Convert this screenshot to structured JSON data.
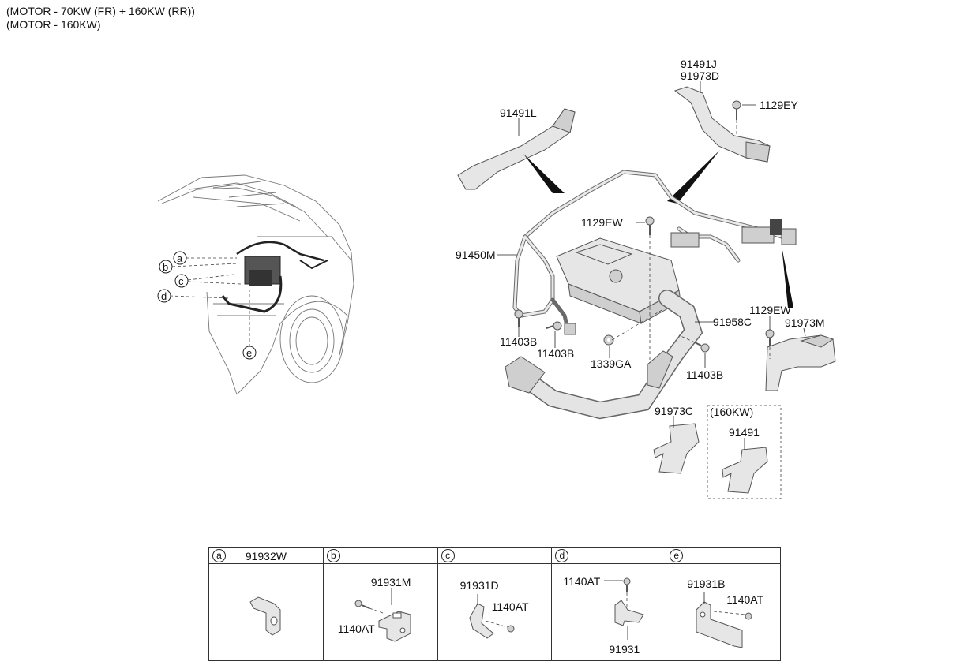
{
  "header": {
    "line1": "(MOTOR - 70KW (FR) + 160KW (RR))",
    "line2": "(MOTOR - 160KW)"
  },
  "callouts": {
    "p91491J": "91491J",
    "p91973D": "91973D",
    "p1129EY": "1129EY",
    "p91491L": "91491L",
    "p1129EW_top": "1129EW",
    "p91450M": "91450M",
    "p1129EW_right": "1129EW",
    "p91973M": "91973M",
    "p91958C": "91958C",
    "p11403B_a": "11403B",
    "p11403B_b": "11403B",
    "p1339GA": "1339GA",
    "p11403B_c": "11403B",
    "p91973C": "91973C",
    "variant_160": "(160KW)",
    "p91491": "91491"
  },
  "locator": {
    "a": "a",
    "b": "b",
    "c": "c",
    "d": "d",
    "e": "e"
  },
  "legend": {
    "cells": [
      {
        "letter": "a",
        "title": "91932W",
        "labels": []
      },
      {
        "letter": "b",
        "title": "",
        "labels": [
          "91931M",
          "1140AT"
        ]
      },
      {
        "letter": "c",
        "title": "",
        "labels": [
          "91931D",
          "1140AT"
        ]
      },
      {
        "letter": "d",
        "title": "",
        "labels": [
          "1140AT",
          "91931"
        ]
      },
      {
        "letter": "e",
        "title": "",
        "labels": [
          "91931B",
          "1140AT"
        ]
      }
    ]
  }
}
